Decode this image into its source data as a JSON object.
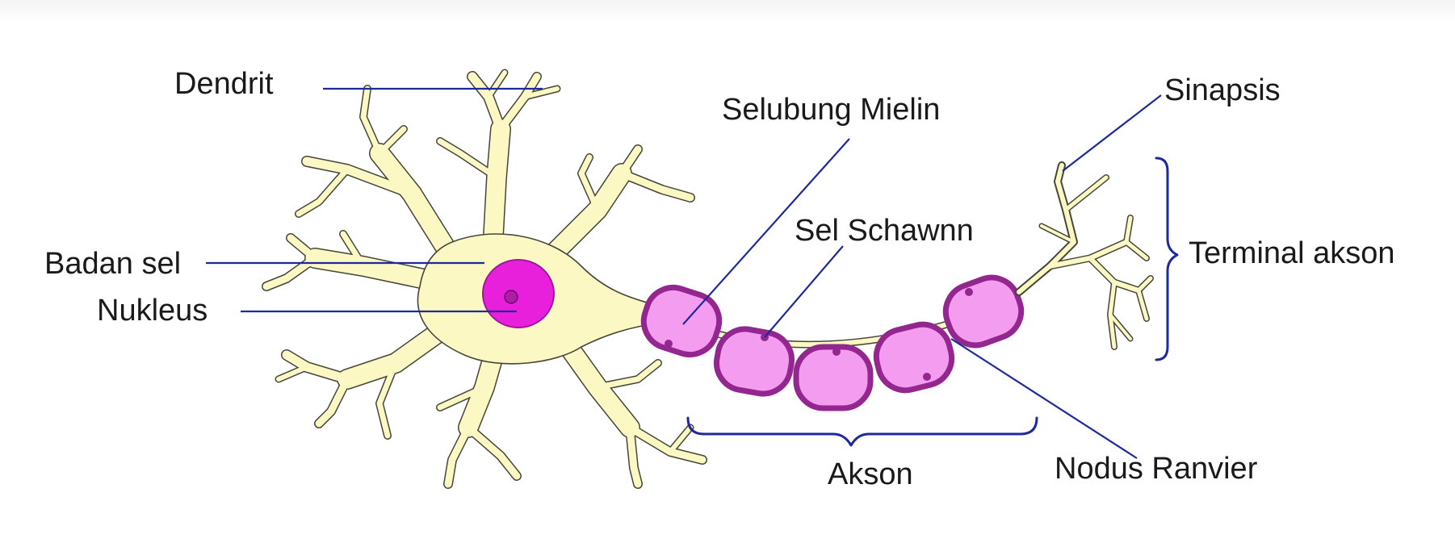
{
  "labels": {
    "dendrit": "Dendrit",
    "badan_sel": "Badan sel",
    "nukleus": "Nukleus",
    "selubung_mielin": "Selubung Mielin",
    "sel_schawnn": "Sel Schawnn",
    "sinapsis": "Sinapsis",
    "terminal_akson": "Terminal akson",
    "akson": "Akson",
    "nodus_ranvier": "Nodus Ranvier"
  },
  "colors": {
    "cell_body": "#fbf8c4",
    "outline": "#46463a",
    "nucleus": "#e820dc",
    "myelin_fill": "#f39cf0",
    "myelin_border": "#93268f",
    "leader_line": "#1f2a9a"
  }
}
